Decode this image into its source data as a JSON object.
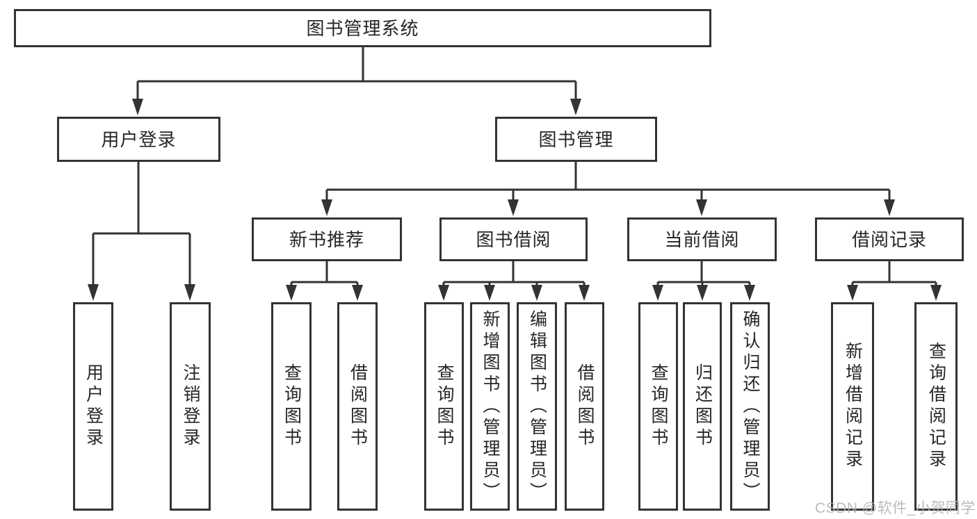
{
  "diagram_type": "functional-structure-tree",
  "colors": {
    "line": "#333333",
    "box_border": "#333333",
    "box_fill": "#ffffff",
    "text": "#262626",
    "background": "#ffffff",
    "watermark": "#b2b2b2"
  },
  "tree": {
    "root": {
      "label": "图书管理系统"
    },
    "branches": [
      {
        "label": "用户登录",
        "leaves": [
          "用户登录",
          "注销登录"
        ]
      },
      {
        "label": "图书管理",
        "sections": [
          {
            "label": "新书推荐",
            "leaves": [
              "查询图书",
              "借阅图书"
            ]
          },
          {
            "label": "图书借阅",
            "leaves": [
              "查询图书",
              "新增图书（管理员）",
              "编辑图书（管理员）",
              "借阅图书"
            ]
          },
          {
            "label": "当前借阅",
            "leaves": [
              "查询图书",
              "归还图书",
              "确认归还（管理员）"
            ]
          },
          {
            "label": "借阅记录",
            "leaves": [
              "新增借阅记录",
              "查询借阅记录"
            ]
          }
        ]
      }
    ]
  },
  "watermark": {
    "text": "CSDN @软件_小贺同学"
  }
}
